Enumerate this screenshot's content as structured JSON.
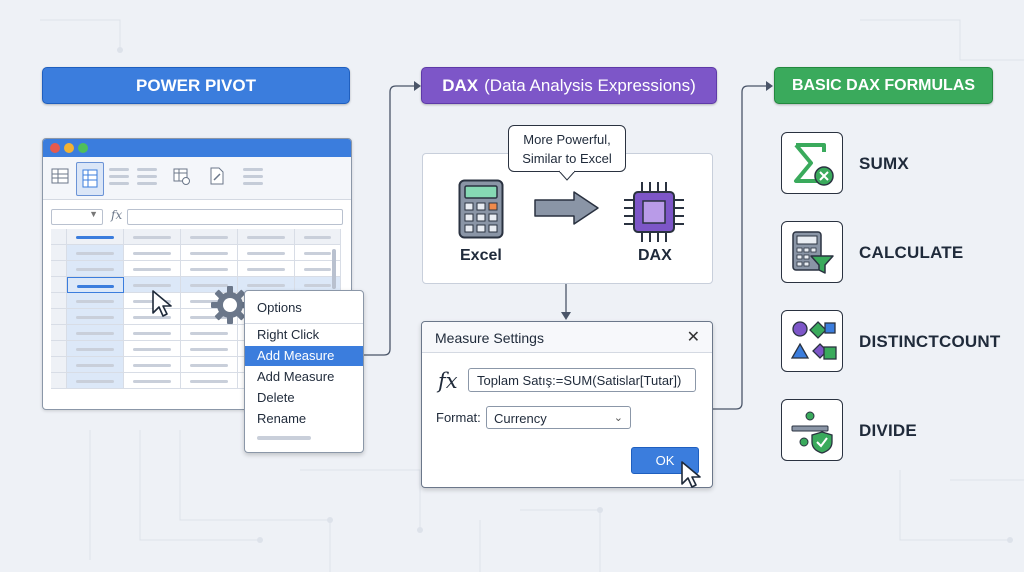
{
  "sections": {
    "power_pivot": "POWER PIVOT",
    "dax_bold": "DAX",
    "dax_rest": "(Data Analysis Expressions)",
    "basic": "BASIC DAX FORMULAS"
  },
  "excel": {
    "fx_label": "fx"
  },
  "context_menu": {
    "header": "Options",
    "items": [
      "Right Click",
      "Add Measure",
      "Add Measure",
      "Delete",
      "Rename"
    ],
    "selected_index": 1
  },
  "dax_panel": {
    "callout_line1": "More Powerful,",
    "callout_line2": "Similar to Excel",
    "excel_label": "Excel",
    "dax_label": "DAX"
  },
  "dialog": {
    "title": "Measure Settings",
    "close": "✕",
    "fx": "fx",
    "formula": "Toplam Satış:=SUM(Satislar[Tutar])",
    "format_label": "Format:",
    "format_value": "Currency",
    "ok": "OK"
  },
  "formulas": [
    {
      "name": "SUMX",
      "icon": "sigma-icon"
    },
    {
      "name": "CALCULATE",
      "icon": "calculator-filter-icon"
    },
    {
      "name": "DISTINCTCOUNT",
      "icon": "shapes-icon"
    },
    {
      "name": "DIVIDE",
      "icon": "divide-shield-icon"
    }
  ],
  "colors": {
    "blue": "#3b7ddd",
    "purple": "#7d56c8",
    "green": "#3aaa5c",
    "connector": "#4a5568"
  }
}
